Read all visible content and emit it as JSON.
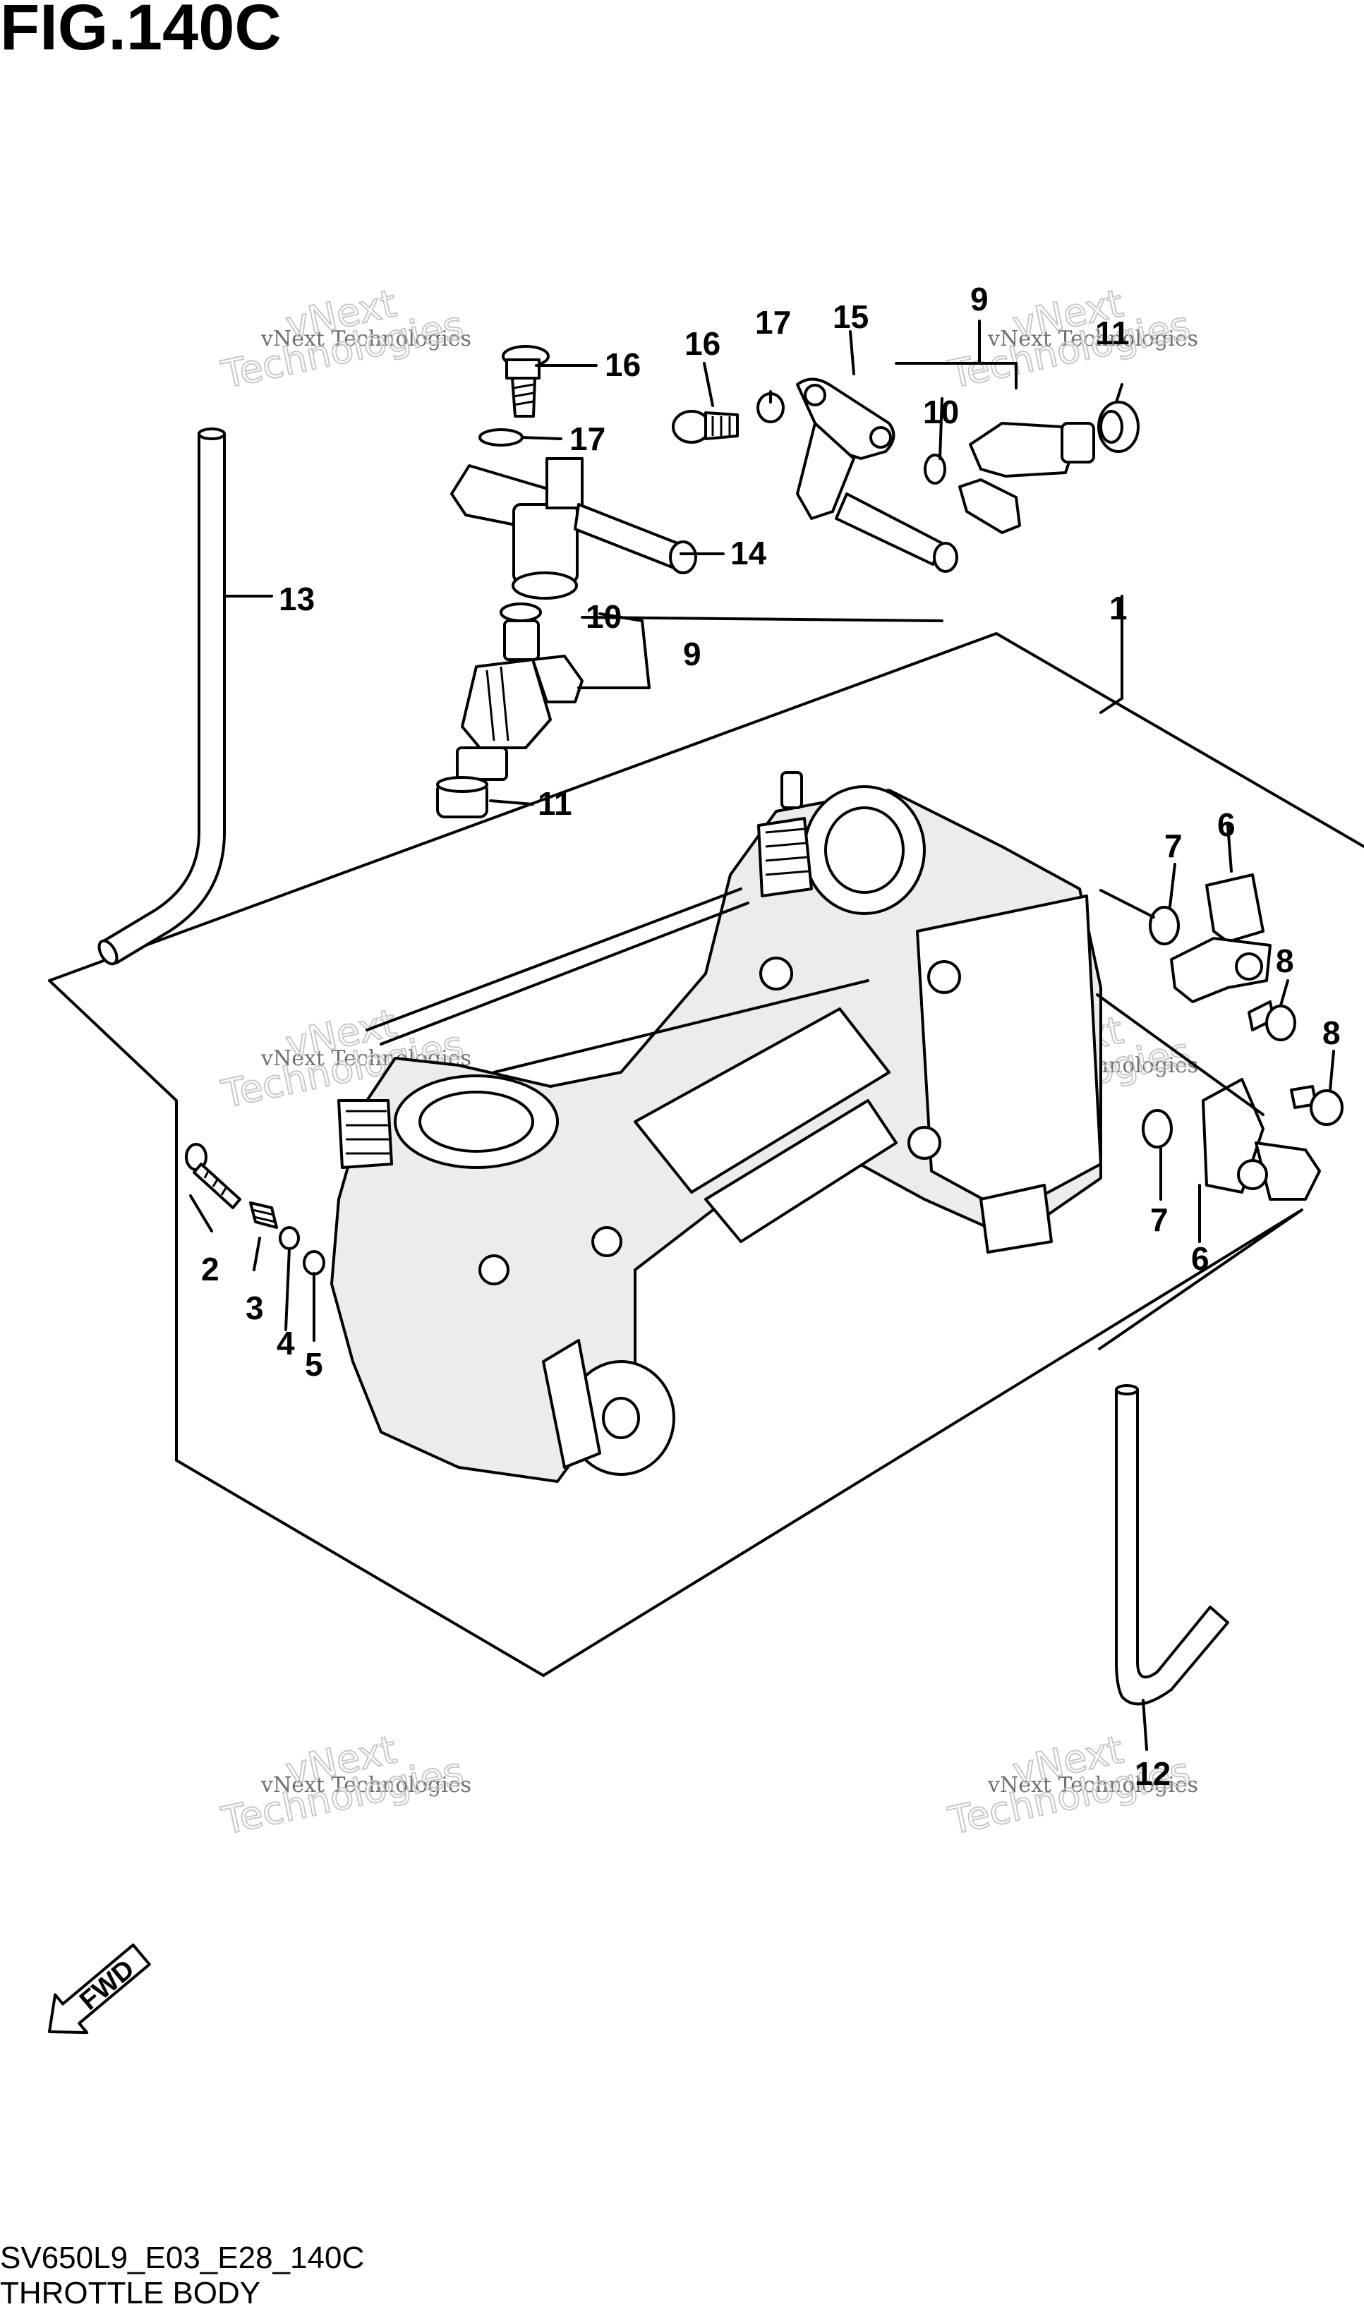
{
  "figure": {
    "title": "FIG.140C",
    "code": "SV650L9_E03_E28_140C",
    "name": "THROTTLE BODY"
  },
  "watermark": {
    "line1": "vNext Technologies",
    "line2": "vNext",
    "line3": "Technologies"
  },
  "fwd_label": "FWD",
  "callouts": [
    {
      "label": "1"
    },
    {
      "label": "2"
    },
    {
      "label": "3"
    },
    {
      "label": "4"
    },
    {
      "label": "5"
    },
    {
      "label": "6"
    },
    {
      "label": "6"
    },
    {
      "label": "7"
    },
    {
      "label": "7"
    },
    {
      "label": "8"
    },
    {
      "label": "8"
    },
    {
      "label": "9"
    },
    {
      "label": "9"
    },
    {
      "label": "10"
    },
    {
      "label": "10"
    },
    {
      "label": "11"
    },
    {
      "label": "11"
    },
    {
      "label": "12"
    },
    {
      "label": "13"
    },
    {
      "label": "14"
    },
    {
      "label": "15"
    },
    {
      "label": "16"
    },
    {
      "label": "16"
    },
    {
      "label": "17"
    },
    {
      "label": "17"
    }
  ]
}
